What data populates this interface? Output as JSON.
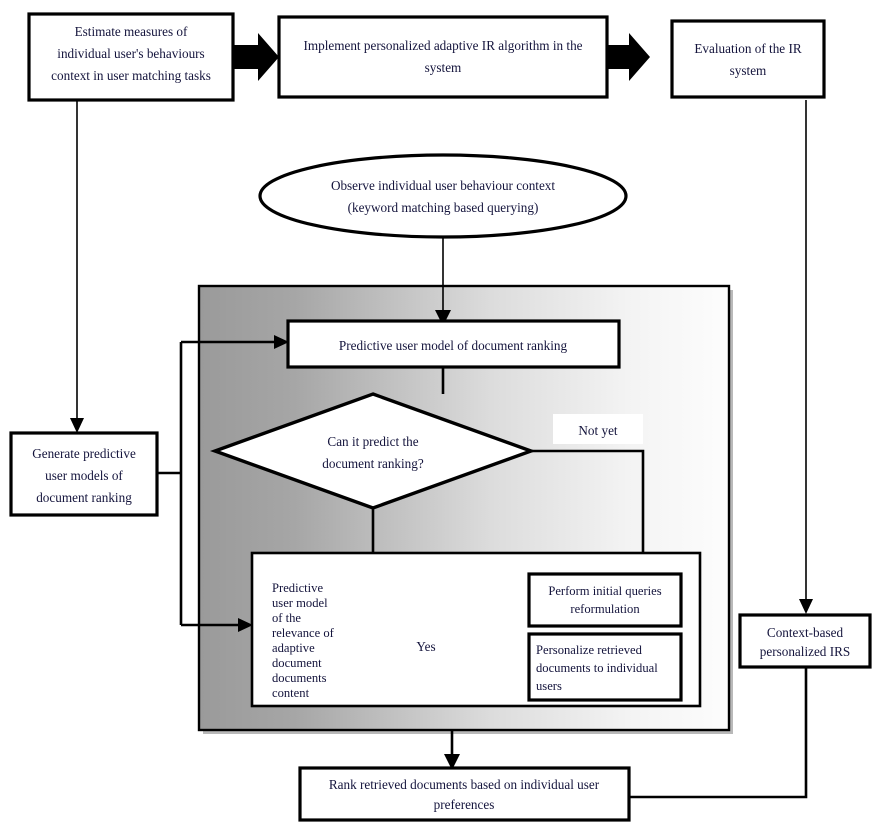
{
  "diagram": {
    "title": "Context-based personalized information retrieval system flowchart",
    "colors": {
      "text": "#14143c",
      "stroke": "#000000",
      "panel_gradient_start": "#9a9a9a",
      "panel_gradient_end": "#fdfdfd",
      "background": "#ffffff"
    },
    "nodes": {
      "estimate_measures": {
        "shape": "process",
        "lines": [
          "Estimate measures of",
          "individual user's behaviours",
          "context in user matching tasks"
        ]
      },
      "implement_algorithm": {
        "shape": "process",
        "lines": [
          "Implement personalized adaptive IR algorithm in the",
          "system"
        ]
      },
      "evaluation_ir": {
        "shape": "process",
        "lines": [
          "Evaluation of the IR",
          "system"
        ]
      },
      "observe_behaviour": {
        "shape": "ellipse",
        "lines": [
          "Observe individual user behaviour context",
          "(keyword matching based querying)"
        ]
      },
      "predictive_model_ranking": {
        "shape": "process",
        "lines": [
          "Predictive user model of document ranking"
        ]
      },
      "decision_predict": {
        "shape": "decision",
        "lines": [
          "Can it predict the",
          "document ranking?"
        ]
      },
      "generate_predictive_models": {
        "shape": "process",
        "lines": [
          "Generate predictive",
          "user models of",
          "document ranking"
        ]
      },
      "predictive_relevance_model": {
        "shape": "process",
        "lines": [
          "Predictive",
          "user model",
          "of the",
          "relevance of",
          "adaptive",
          "document",
          "documents",
          "content"
        ]
      },
      "perform_reformulation": {
        "shape": "process",
        "lines": [
          "Perform initial queries",
          "reformulation"
        ]
      },
      "personalize_documents": {
        "shape": "process",
        "lines": [
          "Personalize retrieved",
          "documents to individual",
          "users"
        ]
      },
      "rank_documents": {
        "shape": "process",
        "lines": [
          "Rank retrieved documents based on individual user",
          "preferences"
        ]
      },
      "context_based_irs": {
        "shape": "process",
        "lines": [
          "Context-based",
          "personalized IRS"
        ]
      }
    },
    "edge_labels": {
      "not_yet": "Not yet",
      "yes": "Yes"
    },
    "edges": [
      {
        "from": "estimate_measures",
        "to": "implement_algorithm",
        "style": "block-arrow"
      },
      {
        "from": "implement_algorithm",
        "to": "evaluation_ir",
        "style": "block-arrow"
      },
      {
        "from": "estimate_measures",
        "to": "generate_predictive_models",
        "style": "line-arrow"
      },
      {
        "from": "observe_behaviour",
        "to": "predictive_model_ranking",
        "style": "line-arrow"
      },
      {
        "from": "predictive_model_ranking",
        "to": "decision_predict",
        "style": "line"
      },
      {
        "from": "generate_predictive_models",
        "to": "predictive_model_ranking",
        "style": "line-arrow"
      },
      {
        "from": "generate_predictive_models",
        "to": "predictive_relevance_model",
        "style": "line-arrow"
      },
      {
        "from": "decision_predict",
        "to": "perform_reformulation",
        "style": "line-arrow",
        "label": "Not yet"
      },
      {
        "from": "decision_predict",
        "to": "personalize_documents",
        "style": "line-arrow",
        "label": "Yes"
      },
      {
        "from": "decision_predict",
        "to": "rank_documents",
        "style": "line-arrow"
      },
      {
        "from": "evaluation_ir",
        "to": "context_based_irs",
        "style": "line-arrow"
      },
      {
        "from": "rank_documents",
        "to": "context_based_irs",
        "style": "line"
      }
    ]
  }
}
